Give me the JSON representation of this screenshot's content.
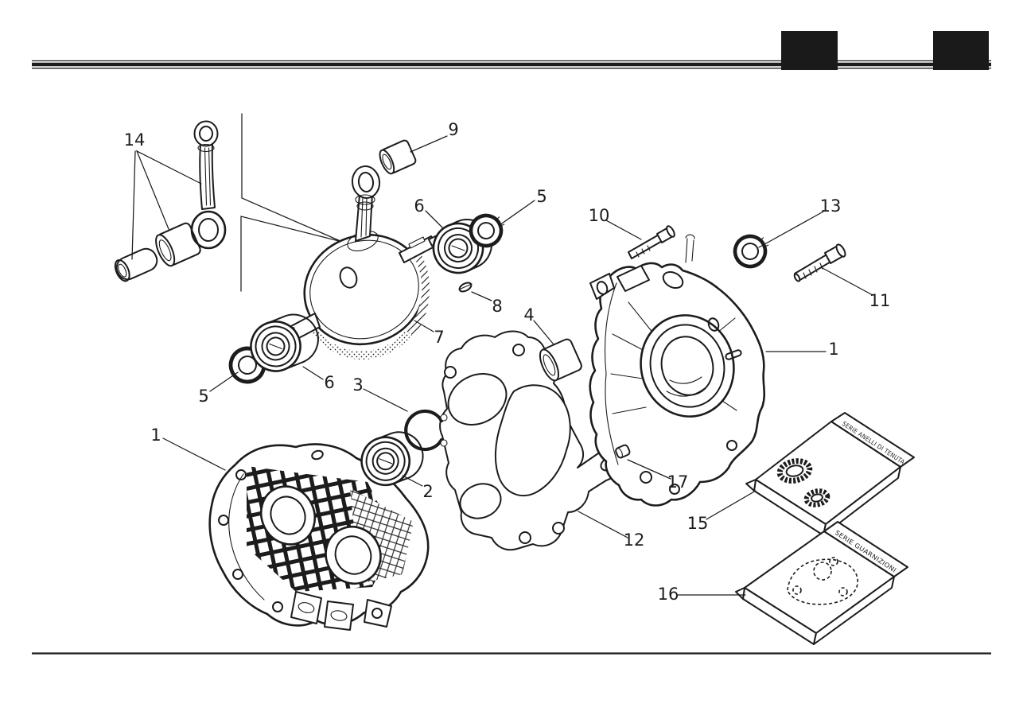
{
  "page": {
    "background": "#ffffff",
    "ink": "#1c1c1c"
  },
  "header": {
    "tab_block_count": 2
  },
  "callouts": [
    {
      "num": "14"
    },
    {
      "num": "9"
    },
    {
      "num": "5"
    },
    {
      "num": "6"
    },
    {
      "num": "10"
    },
    {
      "num": "13"
    },
    {
      "num": "11"
    },
    {
      "num": "8"
    },
    {
      "num": "7"
    },
    {
      "num": "4"
    },
    {
      "num": "1"
    },
    {
      "num": "5"
    },
    {
      "num": "6"
    },
    {
      "num": "3"
    },
    {
      "num": "1"
    },
    {
      "num": "2"
    },
    {
      "num": "12"
    },
    {
      "num": "17"
    },
    {
      "num": "15"
    },
    {
      "num": "16"
    }
  ],
  "packages": {
    "seal_kit_label": "SERIE ANELLI DI TENUTA",
    "gasket_kit_label": "SERIE GUARNIZIONI"
  }
}
